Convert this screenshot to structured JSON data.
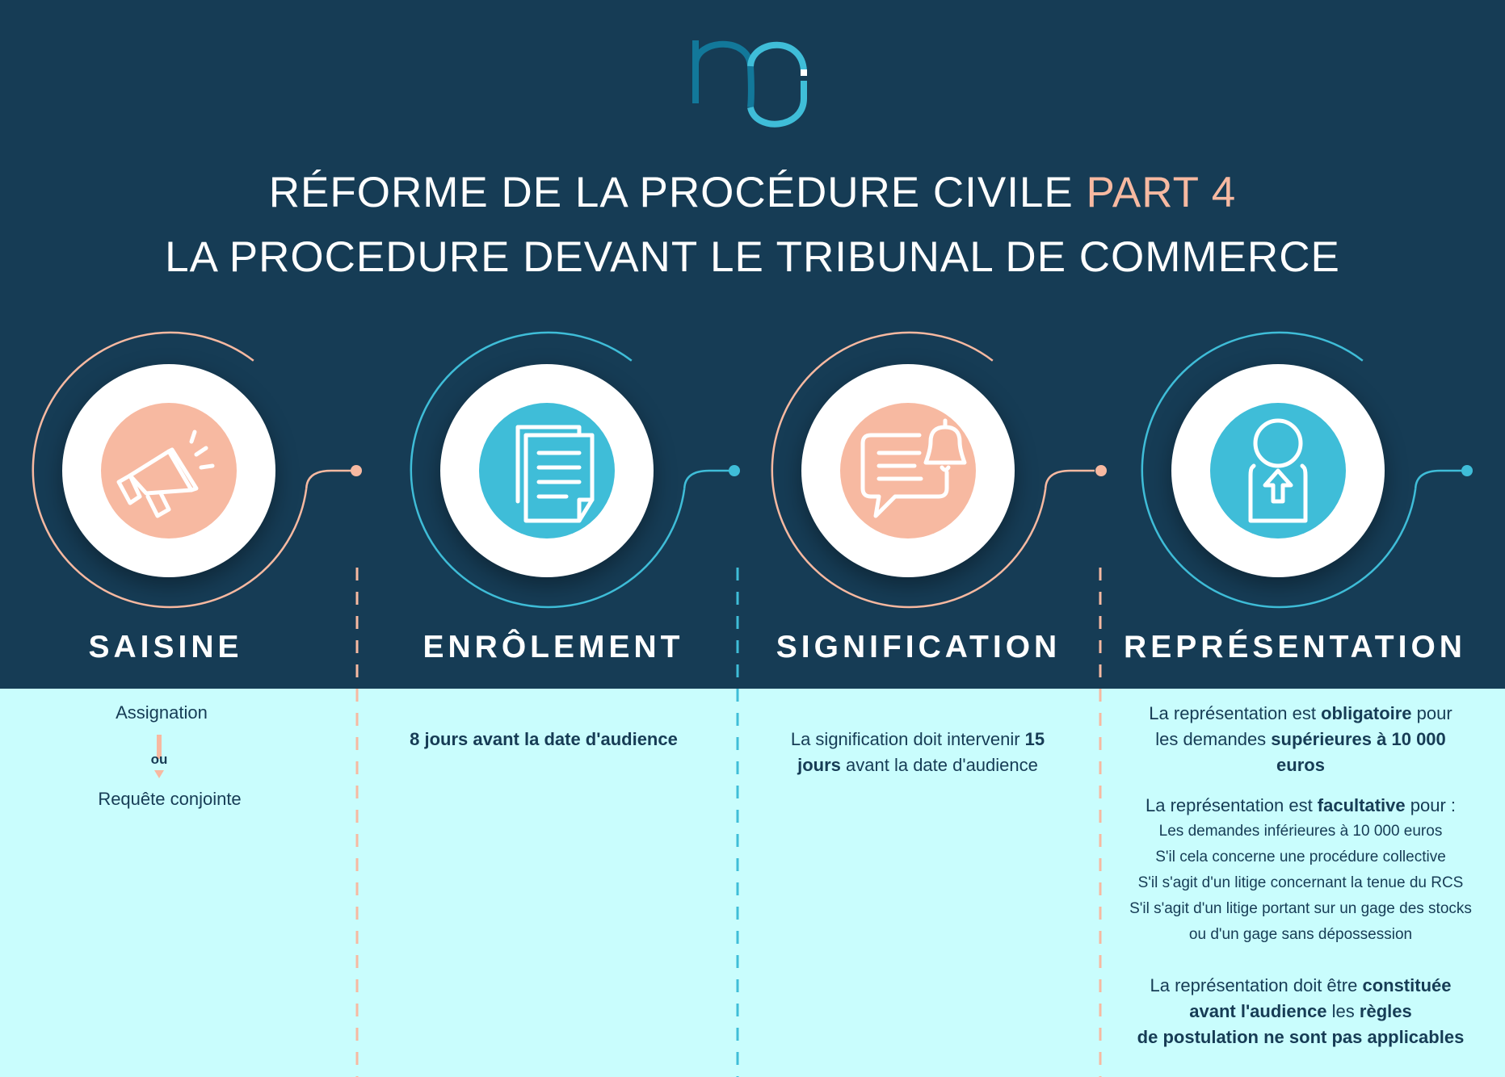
{
  "header": {
    "title_line1_main": "RÉFORME DE LA PROCÉDURE CIVILE",
    "title_line1_accent": "PART 4",
    "title_line2": "LA PROCEDURE DEVANT LE TRIBUNAL DE COMMERCE",
    "logo_icon": "mj-logo-icon"
  },
  "colors": {
    "navy": "#163c55",
    "salmon": "#f7b9a1",
    "blue": "#3fbdd8",
    "light_cyan": "#c9fdfd",
    "white": "#ffffff"
  },
  "steps": [
    {
      "icon": "megaphone-icon",
      "heading": "SAISINE",
      "option_a": "Assignation",
      "connector": "ou",
      "option_b": "Requête conjointe"
    },
    {
      "icon": "documents-icon",
      "heading": "ENRÔLEMENT",
      "text": "8 jours avant la date d'audience"
    },
    {
      "icon": "chat-bell-icon",
      "heading": "SIGNIFICATION",
      "text_l1_a": "La signification doit intervenir ",
      "text_l1_b": "15",
      "text_l2_a": "jours",
      "text_l2_b": " avant la date d'audience"
    },
    {
      "icon": "person-upload-icon",
      "heading": "REPRÉSENTATION",
      "block1": {
        "l1_a": "La représentation est ",
        "l1_b": "obligatoire",
        "l1_c": " pour",
        "l2_a": "les demandes ",
        "l2_b": "supérieures à 10 000",
        "l3": "euros"
      },
      "block2": {
        "l1_a": "La représentation est ",
        "l1_b": "facultative",
        "l1_c": " pour :",
        "items": [
          "Les demandes inférieures à 10 000 euros",
          "S'il cela concerne une procédure collective",
          "S'il s'agit d'un litige concernant la tenue du RCS",
          "S'il s'agit d'un litige portant sur un gage des stocks",
          "ou d'un gage sans dépossession"
        ]
      },
      "block3": {
        "l1_a": "La représentation doit être ",
        "l1_b": "constituée",
        "l2_a": "avant l'audience",
        "l2_b": " les ",
        "l2_c": "règles",
        "l3": "de postulation ne sont pas applicables"
      }
    }
  ]
}
